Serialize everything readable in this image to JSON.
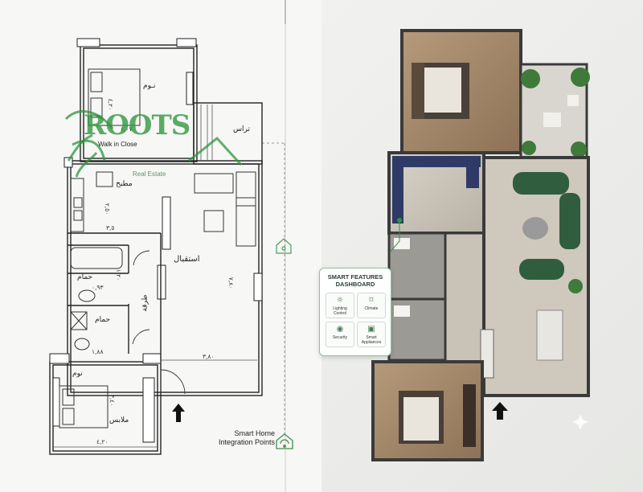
{
  "brand": {
    "name": "ROOTS",
    "subtitle": "Real Estate",
    "accent": "#2e963c"
  },
  "plan": {
    "rooms": {
      "bedroom_top": "نـوم",
      "terrace": "تراس",
      "walk_in": "Walk in Close",
      "kitchen": "مطبخ",
      "bath1": "حمام",
      "bath2": "حمام",
      "corridor": "طرقة",
      "reception": "استقبال",
      "bedroom_bottom": "نوم",
      "dressing": "ملابس"
    },
    "dimensions": {
      "top_bed_w": "٤,٠٧",
      "top_bed_h": "٤,٢٠",
      "kitchen_h": "٢,٥٠",
      "kitchen_w": "٣,٥",
      "reception_h": "٧,٨٠",
      "reception_w": "٣,٨٠",
      "bath1_w": "٠,٩٣",
      "bath_h": "١,٢٠",
      "bath2_w": "١,٨٨",
      "bottom_bed_h": "٣,٤٠",
      "bottom_bed_w": "٤,٢٠"
    }
  },
  "dashboard": {
    "title_line1": "SMART FEATURES",
    "title_line2": "DASHBOARD",
    "features": [
      {
        "label_line1": "Lighting",
        "label_line2": "Control",
        "icon": "lightbulb-icon"
      },
      {
        "label_line1": "Climate",
        "label_line2": "",
        "icon": "thermometer-icon"
      },
      {
        "label_line1": "Security",
        "label_line2": "",
        "icon": "lock-icon"
      },
      {
        "label_line1": "Smart",
        "label_line2": "Appliances",
        "icon": "washer-icon"
      }
    ]
  },
  "integration": {
    "line1": "Smart Home",
    "line2": "Integration Points",
    "icon": "smart-home-icon"
  },
  "colors": {
    "wall": "#3a3a3a",
    "floor_wood": "#a98d6e",
    "sofa_green": "#2f5d3e",
    "kitchen_navy": "#2f3b66"
  }
}
